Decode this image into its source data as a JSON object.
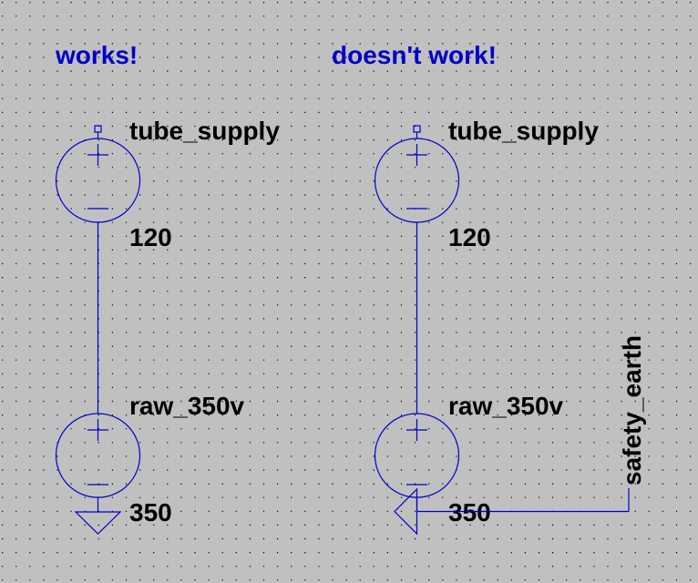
{
  "colors": {
    "background": "#c0c0c0",
    "grid_dot": "#000000",
    "wire": "#0000c8",
    "label": "#000000",
    "comment": "#0000c8"
  },
  "left": {
    "comment": "works!",
    "v_top": {
      "name": "tube_supply",
      "value": "120"
    },
    "v_bottom": {
      "name": "raw_350v",
      "value": "350"
    }
  },
  "right": {
    "comment": "doesn't work!",
    "v_top": {
      "name": "tube_supply",
      "value": "120"
    },
    "v_bottom": {
      "name": "raw_350v",
      "value": "350"
    },
    "net_label": "safety_earth"
  }
}
